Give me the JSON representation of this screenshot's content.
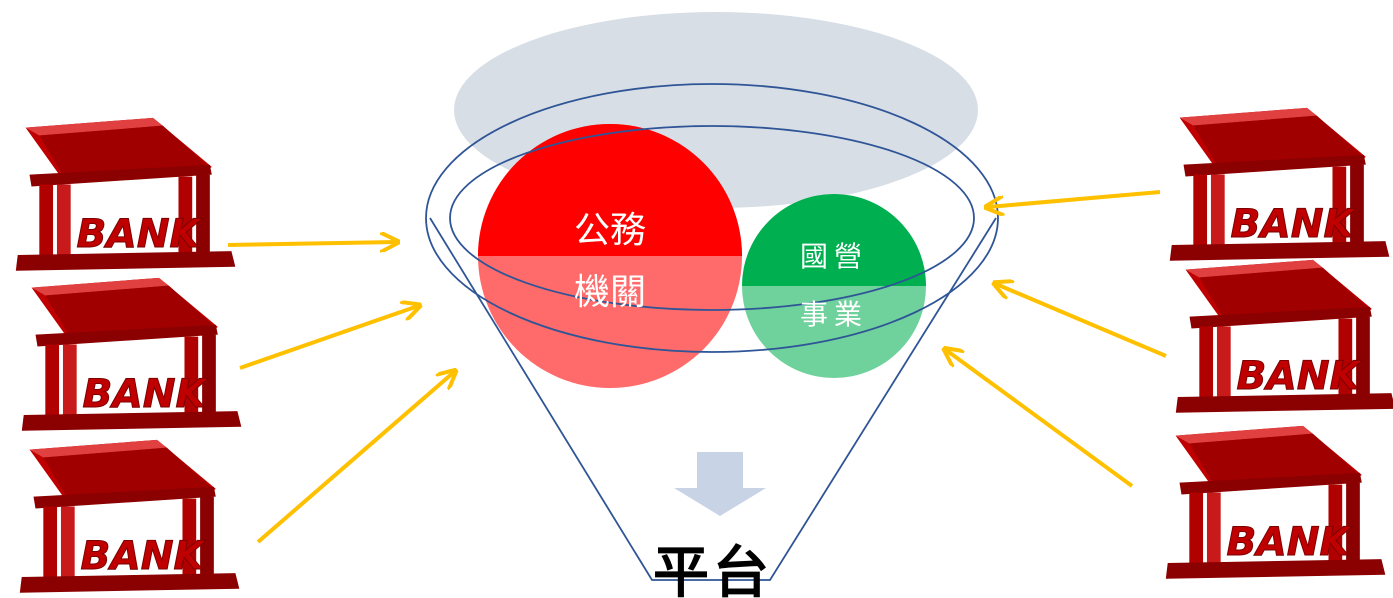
{
  "diagram": {
    "circles": {
      "government": {
        "line1": "公務",
        "line2": "機關",
        "color": "#ff0000"
      },
      "state_enterprise": {
        "line1": "國營",
        "line2": "事業",
        "color": "#00b050"
      }
    },
    "platform_label": "平台",
    "bank_label": "BANK",
    "colors": {
      "arrow": "#ffc000",
      "funnel_stroke": "#2f5597",
      "top_ellipse": "#d6dce5",
      "down_arrow": "#c9d3e6",
      "bank_red": "#c00000"
    },
    "icons": {
      "bank": "bank-building-icon",
      "arrow": "arrow-right-icon",
      "down": "arrow-down-icon"
    }
  }
}
